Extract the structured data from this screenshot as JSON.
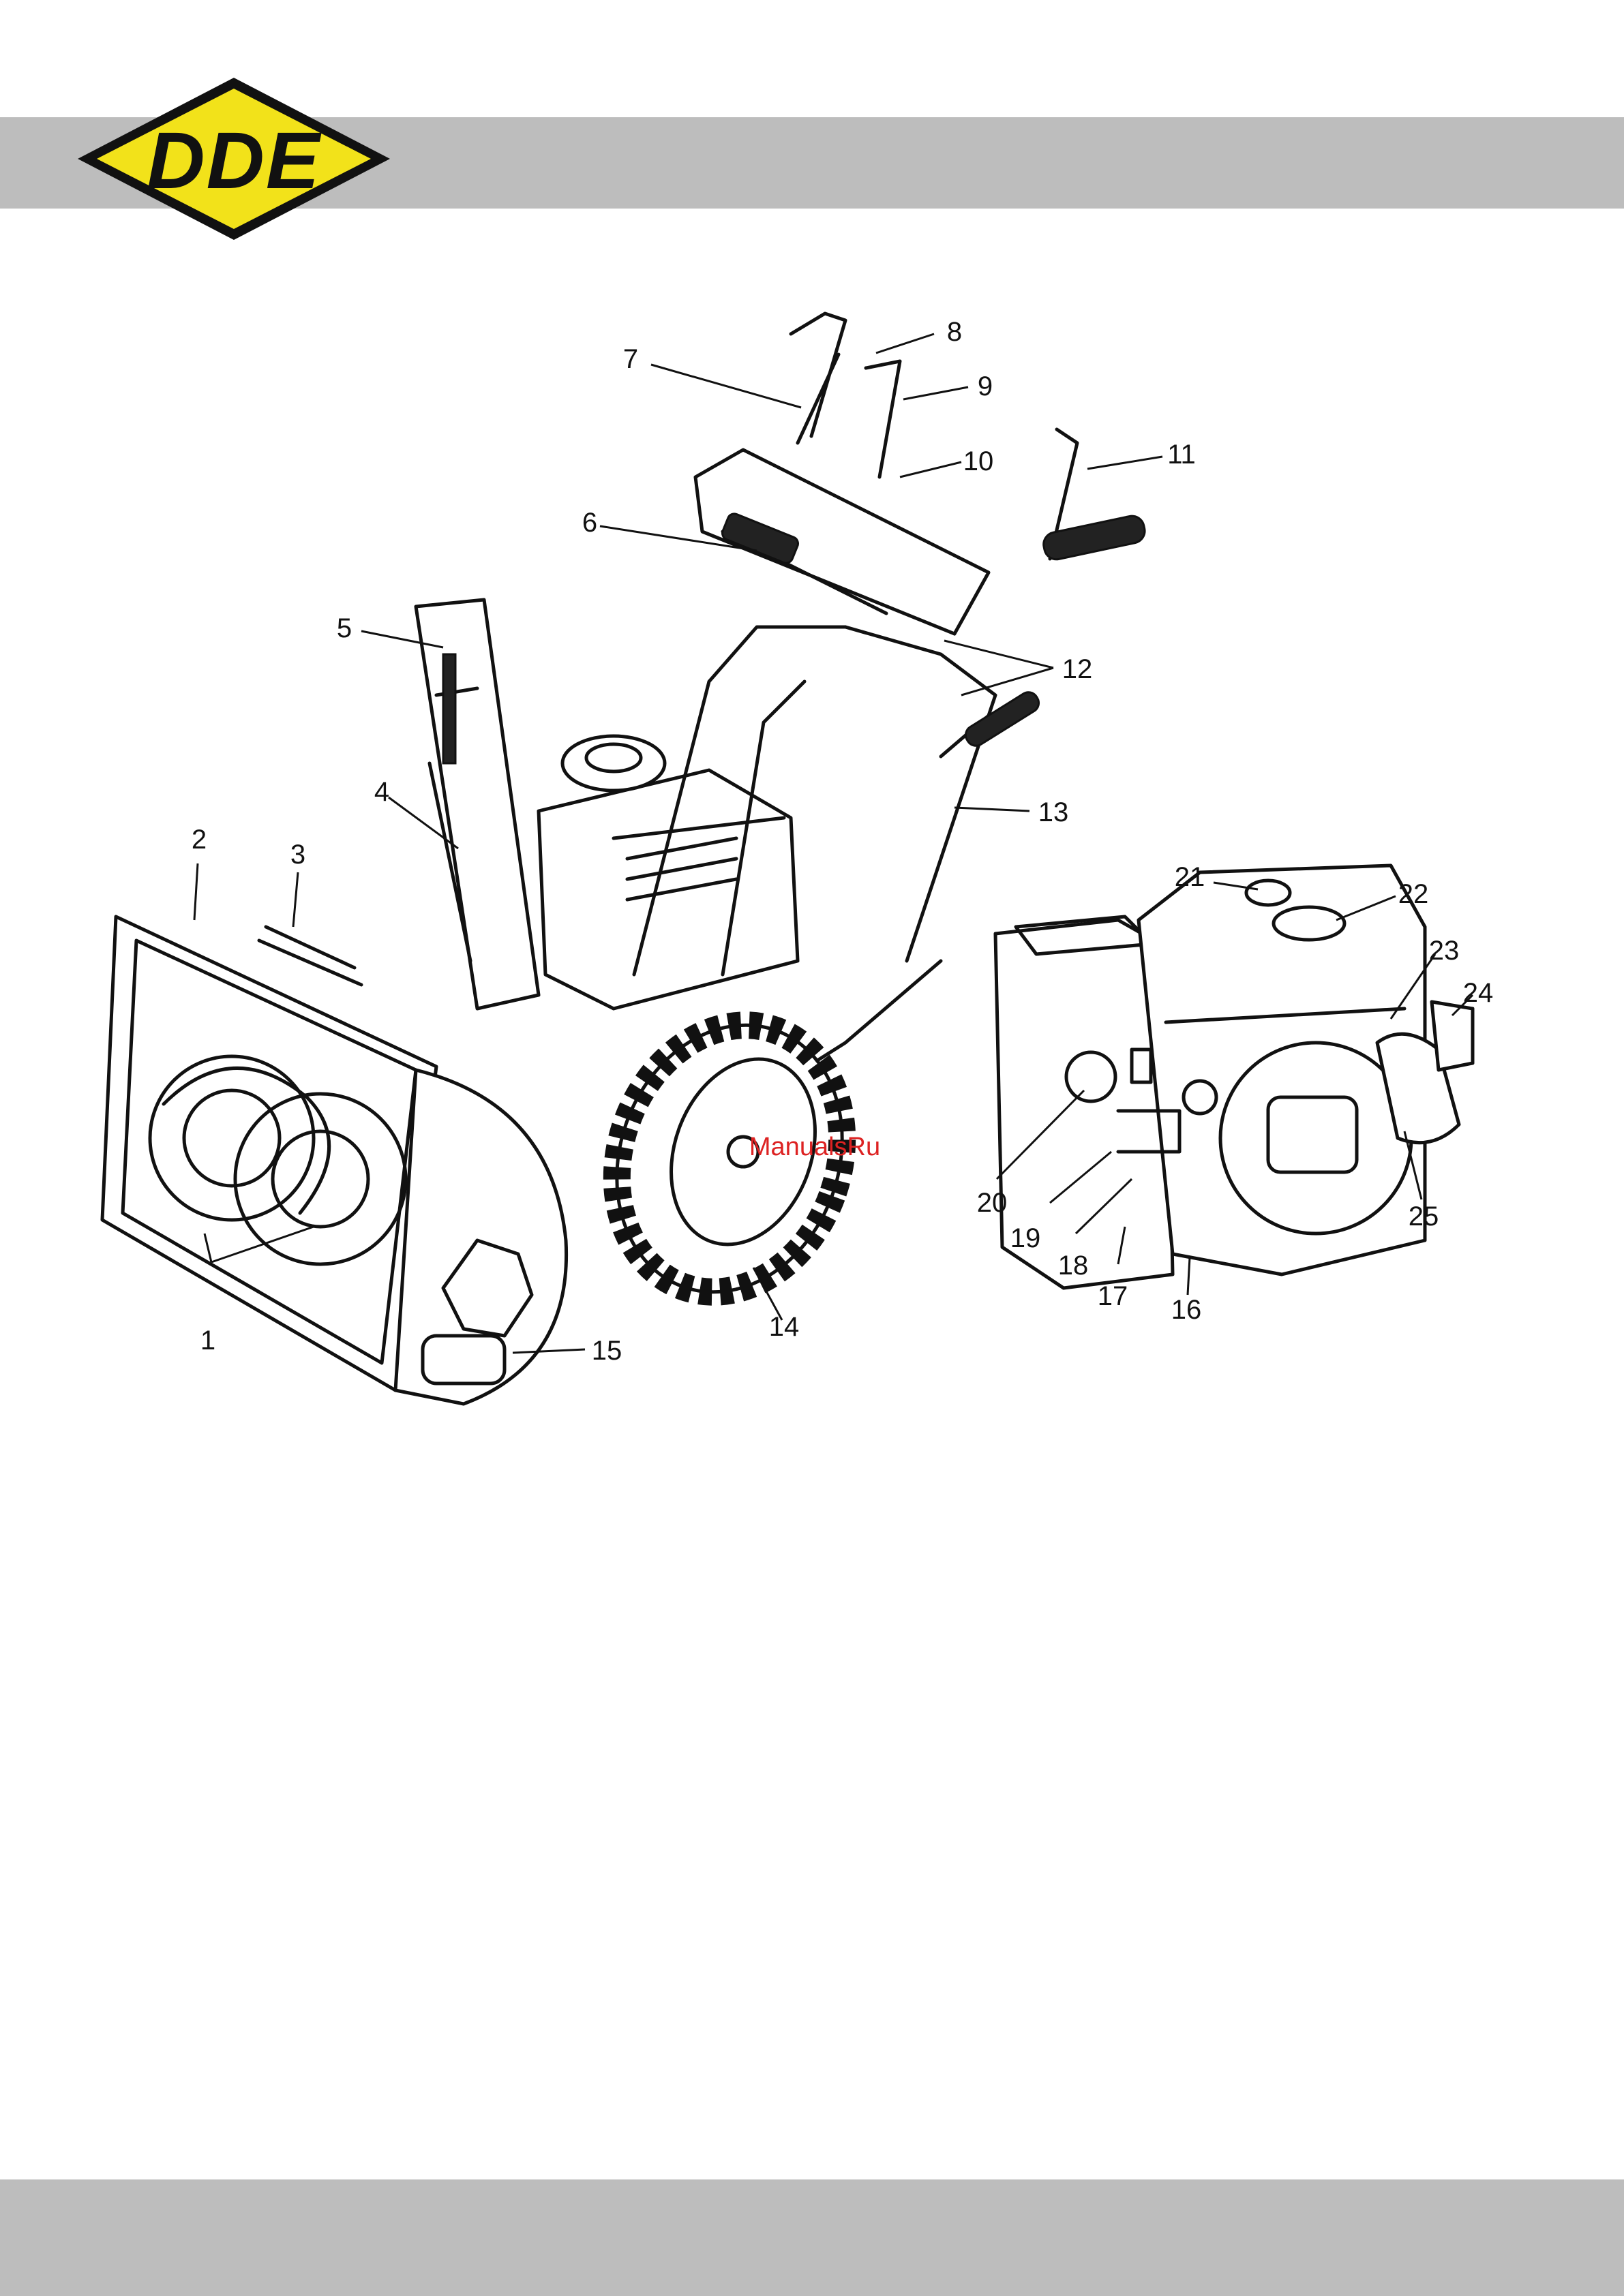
{
  "brand": {
    "logo_text": "DDE",
    "logo_color": "#f2e21a"
  },
  "watermark": "ManualsRu",
  "callouts": [
    "1",
    "2",
    "3",
    "4",
    "5",
    "6",
    "7",
    "8",
    "9",
    "10",
    "11",
    "12",
    "13",
    "14",
    "15",
    "16",
    "17",
    "18",
    "19",
    "20",
    "21",
    "22",
    "23",
    "24",
    "25"
  ]
}
